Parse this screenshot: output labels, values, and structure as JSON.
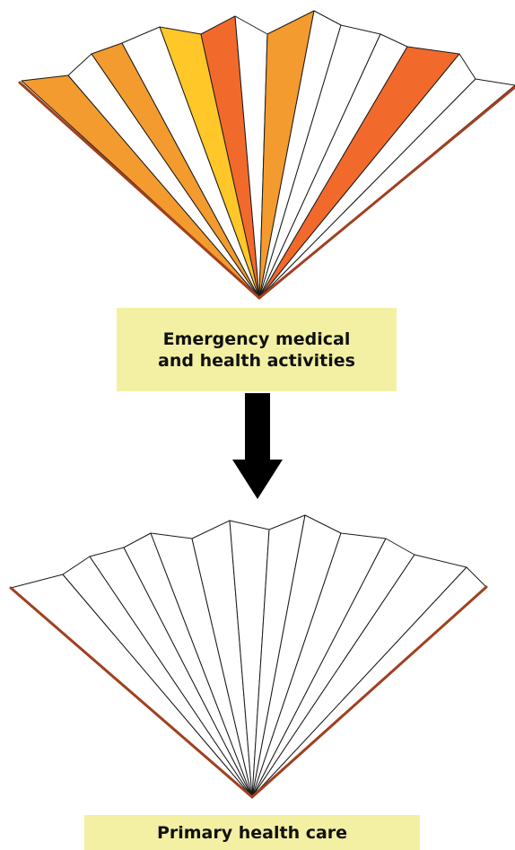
{
  "boxes": {
    "emergency_line1": "Emergency medical",
    "emergency_line2": "and health activities",
    "primary": "Primary health care"
  },
  "colors": {
    "label_fill": "#f3f0a3",
    "fan_edge": "#a0401f",
    "arrow": "#000000",
    "fold_colors": [
      "#f39b2e",
      "#ffffff",
      "#f39b2e",
      "#ffffff",
      "#ffc728",
      "#f26a2b",
      "#ffffff",
      "#f39b2e",
      "#ffffff",
      "#ffffff",
      "#ffffff",
      "#f26a2b",
      "#ffffff"
    ]
  }
}
